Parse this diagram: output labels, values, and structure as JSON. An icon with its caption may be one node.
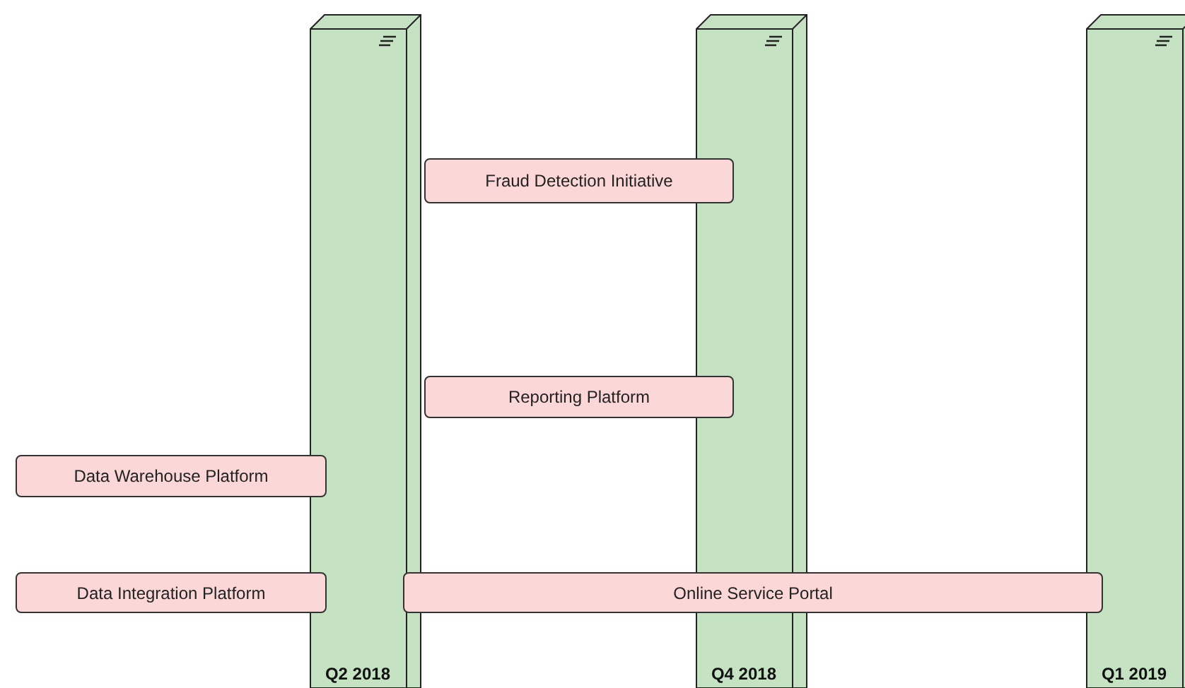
{
  "diagram": {
    "nodes": [
      {
        "text": [
          "Q2 2018"
        ]
      },
      {
        "text": [
          "Q4 2018"
        ]
      },
      {
        "text": [
          "Q1 2019"
        ]
      },
      {
        "text": [
          "Fraud Detection Initiative"
        ]
      },
      {
        "text": [
          "Reporting Platform"
        ]
      },
      {
        "text": [
          "Data Warehouse Platform"
        ]
      },
      {
        "text": [
          "Data Integration Platform"
        ]
      },
      {
        "text": [
          "Online Service Portal"
        ]
      }
    ]
  }
}
